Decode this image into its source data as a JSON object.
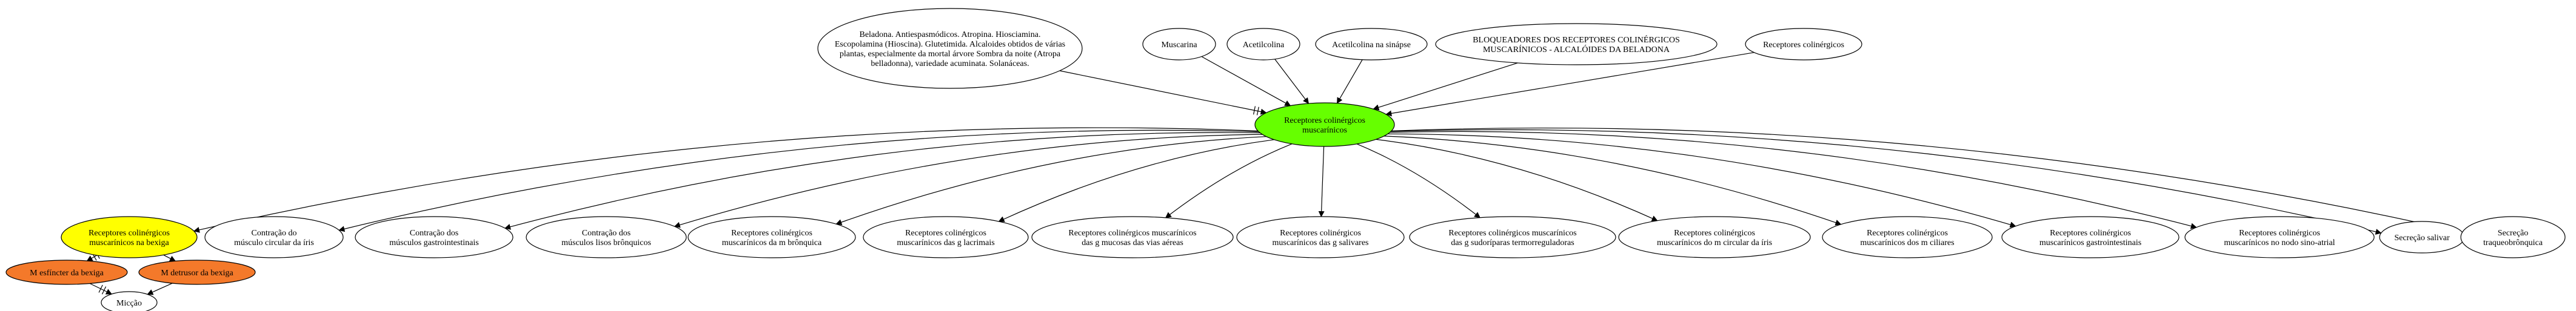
{
  "colors": {
    "center": "#66ff00",
    "highlight": "#ffff00",
    "sub": "#f4792a",
    "default": "#ffffff",
    "stroke": "#000000"
  },
  "nodes": {
    "beladona": {
      "lines": [
        "Beladona. Antiespasmódicos. Atropina. Hiosciamina.",
        "Escopolamina (Hioscina). Glutetimida. Alcaloides obtidos de várias",
        "plantas, especialmente da mortal árvore Sombra da noite (Atropa",
        "belladonna), variedade acuminata. Solanáceas."
      ]
    },
    "muscarina": {
      "lines": [
        "Muscarina"
      ]
    },
    "acetilcolina": {
      "lines": [
        "Acetilcolina"
      ]
    },
    "acetilcolina_sinapse": {
      "lines": [
        "Acetilcolina na sinápse"
      ]
    },
    "bloqueadores": {
      "lines": [
        "BLOQUEADORES DOS RECEPTORES COLINÉRGICOS",
        "MUSCARÍNICOS - ALCALÓIDES DA BELADONA"
      ]
    },
    "receptores_colinergicos": {
      "lines": [
        "Receptores colinérgicos"
      ]
    },
    "center": {
      "lines": [
        "Receptores colinérgicos",
        "muscarínicos"
      ]
    },
    "bexiga": {
      "lines": [
        "Receptores colinérgicos",
        "muscarínicos na bexiga"
      ]
    },
    "iris_contracao": {
      "lines": [
        "Contração do",
        "músculo circular da íris"
      ]
    },
    "gastro_contracao": {
      "lines": [
        "Contração dos",
        "músculos gastrointestinais"
      ]
    },
    "bronquicos_contracao": {
      "lines": [
        "Contração dos",
        "músculos lisos brônquicos"
      ]
    },
    "arvore_bronquica": {
      "lines": [
        "Receptores colinérgicos",
        "muscarínicos da m brônquica"
      ]
    },
    "lacrimais": {
      "lines": [
        "Receptores colinérgicos",
        "muscarínicos das g lacrimais"
      ]
    },
    "vias_aereas": {
      "lines": [
        "Receptores colinérgicos muscarínicos",
        "das g mucosas das vias aéreas"
      ]
    },
    "salivares": {
      "lines": [
        "Receptores colinérgicos",
        "muscarínicos das g salivares"
      ]
    },
    "sudoriparas": {
      "lines": [
        "Receptores colinérgicos muscarínicos",
        "das g sudoríparas termorreguladoras"
      ]
    },
    "iris_receptor": {
      "lines": [
        "Receptores colinérgicos",
        "muscarínicos do m circular da íris"
      ]
    },
    "ciliares": {
      "lines": [
        "Receptores colinérgicos",
        "muscarínicos dos m ciliares"
      ]
    },
    "gastrointestinais": {
      "lines": [
        "Receptores colinérgicos",
        "muscarínicos gastrointestinais"
      ]
    },
    "sinoatrial": {
      "lines": [
        "Receptores colinérgicos",
        "muscarínicos no nodo sino-atrial"
      ]
    },
    "secrecao_salivar": {
      "lines": [
        "Secreção salivar"
      ]
    },
    "secrecao_traqueo": {
      "lines": [
        "Secreção",
        "traqueobrônquica"
      ]
    },
    "esfincter": {
      "lines": [
        "M esfíncter da bexiga"
      ]
    },
    "detrusor": {
      "lines": [
        "M detrusor da bexiga"
      ]
    },
    "miccao": {
      "lines": [
        "Micção"
      ]
    }
  }
}
